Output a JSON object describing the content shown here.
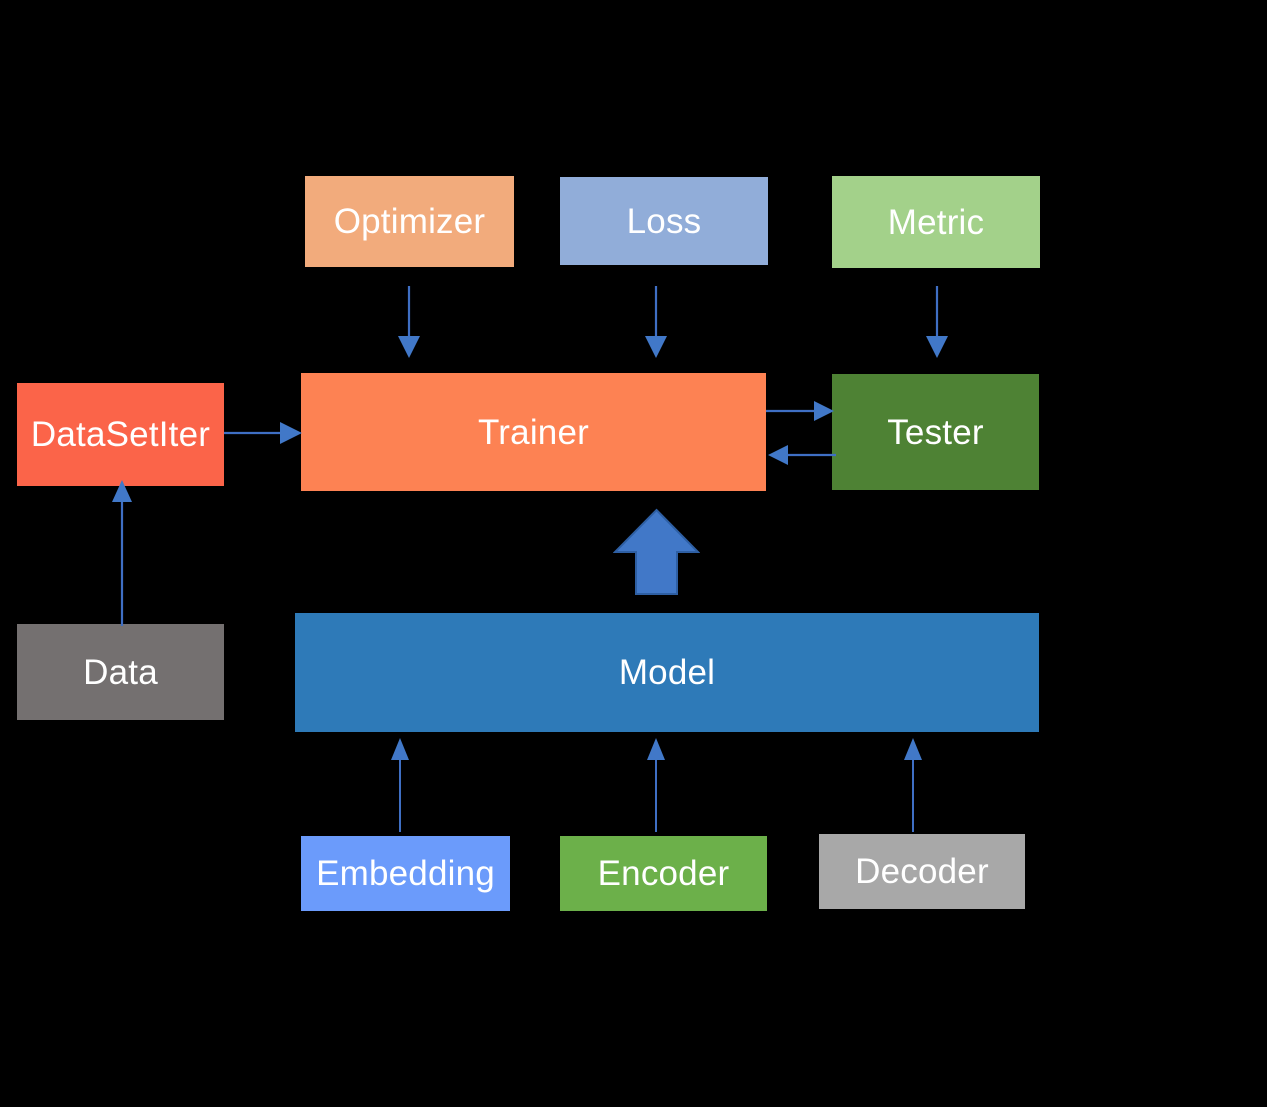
{
  "diagram": {
    "title": "fastNLP architecture diagram",
    "background_color": "#000000",
    "edge_color": "#3f6fc4",
    "block_arrow_color": "#4178c8",
    "nodes": {
      "optimizer": {
        "label": "Optimizer",
        "color": "#f2ab7c",
        "text_color": "#ffffff"
      },
      "loss": {
        "label": "Loss",
        "color": "#91add9",
        "text_color": "#ffffff"
      },
      "metric": {
        "label": "Metric",
        "color": "#a3d18a",
        "text_color": "#ffffff"
      },
      "datasetiter": {
        "label": "DataSetIter",
        "color": "#fb6449",
        "text_color": "#ffffff"
      },
      "trainer": {
        "label": "Trainer",
        "color": "#fd8253",
        "text_color": "#ffffff"
      },
      "tester": {
        "label": "Tester",
        "color": "#4e8234",
        "text_color": "#ffffff"
      },
      "data": {
        "label": "Data",
        "color": "#747070",
        "text_color": "#ffffff"
      },
      "model": {
        "label": "Model",
        "color": "#2e7ab8",
        "text_color": "#ffffff"
      },
      "embedding": {
        "label": "Embedding",
        "color": "#6b9bfb",
        "text_color": "#ffffff"
      },
      "encoder": {
        "label": "Encoder",
        "color": "#6cb04a",
        "text_color": "#ffffff"
      },
      "decoder": {
        "label": "Decoder",
        "color": "#a8a8a8",
        "text_color": "#ffffff"
      }
    },
    "edges": [
      {
        "name": "optimizer-to-trainer",
        "from": "optimizer",
        "to": "trainer",
        "direction": "down"
      },
      {
        "name": "loss-to-trainer",
        "from": "loss",
        "to": "trainer",
        "direction": "down"
      },
      {
        "name": "metric-to-tester",
        "from": "metric",
        "to": "tester",
        "direction": "down"
      },
      {
        "name": "datasetiter-to-trainer",
        "from": "datasetiter",
        "to": "trainer",
        "direction": "right"
      },
      {
        "name": "data-to-datasetiter",
        "from": "data",
        "to": "datasetiter",
        "direction": "up"
      },
      {
        "name": "trainer-to-tester",
        "from": "trainer",
        "to": "tester",
        "direction": "right"
      },
      {
        "name": "tester-to-trainer",
        "from": "tester",
        "to": "trainer",
        "direction": "left"
      },
      {
        "name": "model-to-trainer",
        "from": "model",
        "to": "trainer",
        "direction": "up",
        "style": "block"
      },
      {
        "name": "embedding-to-model",
        "from": "embedding",
        "to": "model",
        "direction": "up"
      },
      {
        "name": "encoder-to-model",
        "from": "encoder",
        "to": "model",
        "direction": "up"
      },
      {
        "name": "decoder-to-model",
        "from": "decoder",
        "to": "model",
        "direction": "up"
      }
    ]
  }
}
